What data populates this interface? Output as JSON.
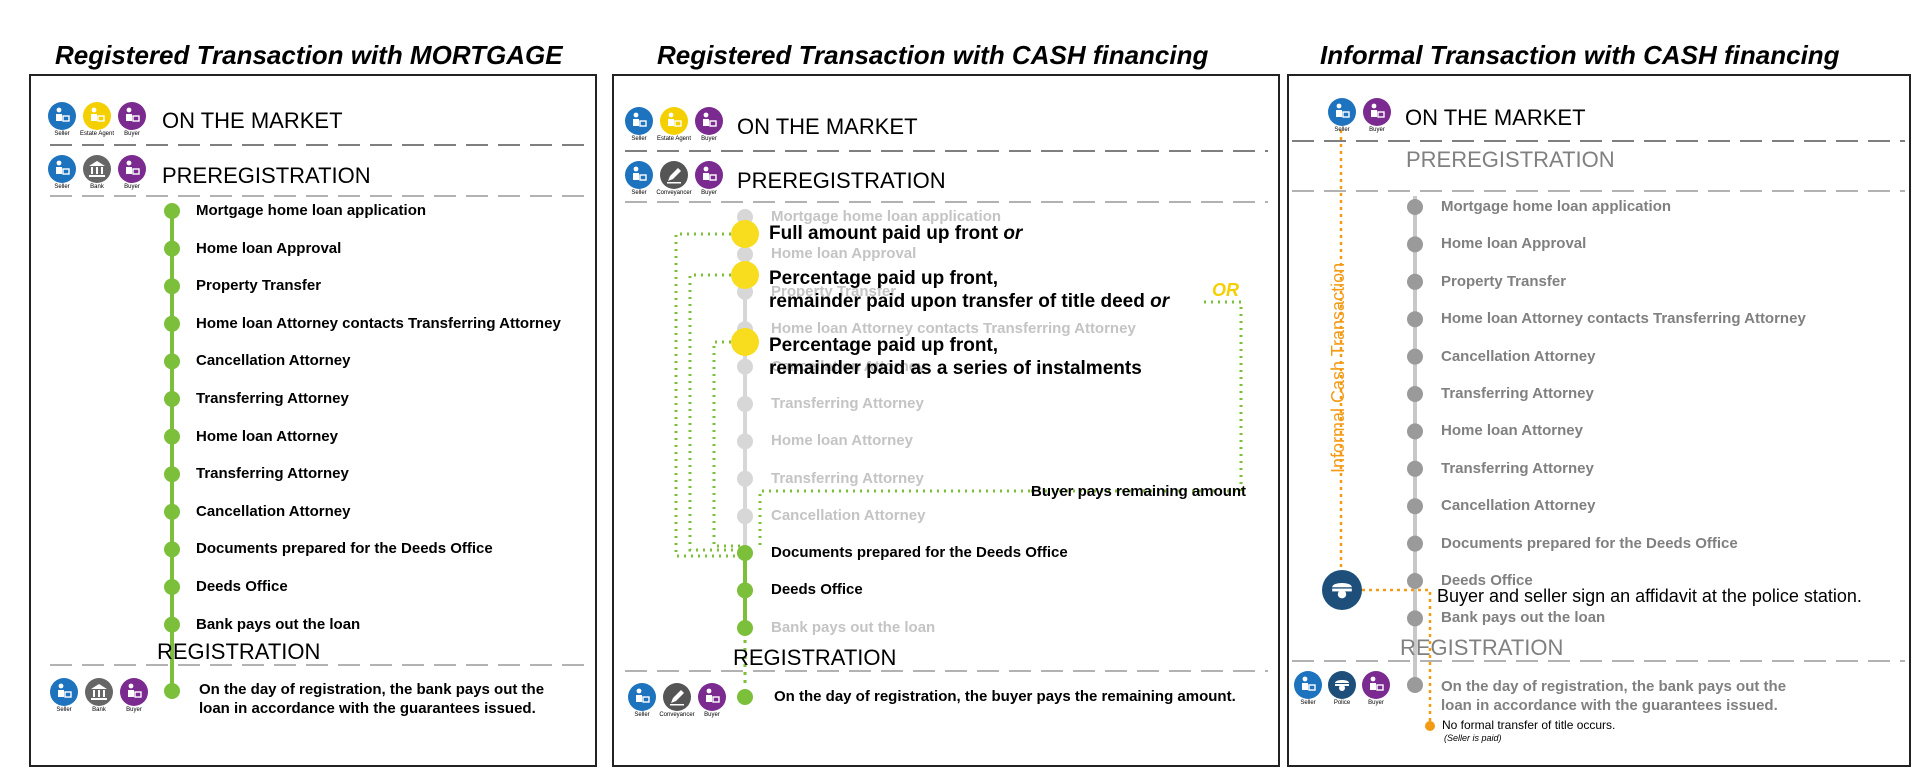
{
  "colors": {
    "seller": "#1e73be",
    "estate_agent": "#f4d000",
    "buyer": "#7b2a8f",
    "bank": "#666666",
    "conveyancer": "#555555",
    "police": "#1d4f7a",
    "green": "#7cbf3a",
    "yellow": "#f8dd1e",
    "orange": "#f49b16",
    "grey_dot": "#9a9a9a",
    "light_dot": "#d7d7d7"
  },
  "panels": [
    {
      "title": "Registered Transaction with MORTGAGE",
      "sections": {
        "market": "ON THE MARKET",
        "prereg": "PREREGISTRATION",
        "reg": "REGISTRATION"
      },
      "icons": {
        "market": [
          {
            "role": "seller",
            "label": "Seller",
            "icon": "person-icon"
          },
          {
            "role": "estate_agent",
            "label": "Estate Agent",
            "icon": "person-icon"
          },
          {
            "role": "buyer",
            "label": "Buyer",
            "icon": "person-icon"
          }
        ],
        "prereg": [
          {
            "role": "seller",
            "label": "Seller",
            "icon": "person-icon"
          },
          {
            "role": "bank",
            "label": "Bank",
            "icon": "bank-icon"
          },
          {
            "role": "buyer",
            "label": "Buyer",
            "icon": "person-icon"
          }
        ],
        "reg": [
          {
            "role": "seller",
            "label": "Seller",
            "icon": "person-icon"
          },
          {
            "role": "bank",
            "label": "Bank",
            "icon": "bank-icon"
          },
          {
            "role": "buyer",
            "label": "Buyer",
            "icon": "person-icon"
          }
        ]
      },
      "steps": [
        "Mortgage home loan application",
        "Home loan Approval",
        "Property Transfer",
        "Home loan Attorney contacts Transferring Attorney",
        "Cancellation Attorney",
        "Transferring Attorney",
        "Home loan Attorney",
        "Transferring Attorney",
        "Cancellation Attorney",
        "Documents prepared for the Deeds Office",
        "Deeds Office",
        "Bank pays out the loan"
      ],
      "final": [
        "On the day of registration, the bank pays out the",
        "loan in accordance with the guarantees issued."
      ]
    },
    {
      "title": "Registered Transaction with CASH financing",
      "sections": {
        "market": "ON THE MARKET",
        "prereg": "PREREGISTRATION",
        "reg": "REGISTRATION"
      },
      "icons": {
        "market": [
          {
            "role": "seller",
            "label": "Seller",
            "icon": "person-icon"
          },
          {
            "role": "estate_agent",
            "label": "Estate Agent",
            "icon": "person-icon"
          },
          {
            "role": "buyer",
            "label": "Buyer",
            "icon": "person-icon"
          }
        ],
        "prereg": [
          {
            "role": "seller",
            "label": "Seller",
            "icon": "person-icon"
          },
          {
            "role": "conveyancer",
            "label": "Conveyancer",
            "icon": "pen-icon"
          },
          {
            "role": "buyer",
            "label": "Buyer",
            "icon": "person-icon"
          }
        ],
        "reg": [
          {
            "role": "seller",
            "label": "Seller",
            "icon": "person-icon"
          },
          {
            "role": "conveyancer",
            "label": "Conveyancer",
            "icon": "pen-icon"
          },
          {
            "role": "buyer",
            "label": "Buyer",
            "icon": "person-icon"
          }
        ]
      },
      "faded_steps": [
        "Mortgage home loan application",
        "Home loan Approval",
        "Property Transfer",
        "Home loan Attorney contacts Transferring Attorney",
        "Cancellation Attorney",
        "Transferring Attorney",
        "Home loan Attorney",
        "Transferring Attorney",
        "Cancellation Attorney"
      ],
      "options": [
        {
          "line1": "Full amount paid up front",
          "emph": "or",
          "line2": ""
        },
        {
          "line1": "Percentage paid up front,",
          "line2": "remainder paid upon transfer of title deed",
          "emph": "or"
        },
        {
          "line1": "Percentage paid up front,",
          "line2": "remainder paid as a series of instalments",
          "emph": ""
        }
      ],
      "or_label": "OR",
      "remaining_label": "Buyer pays remaining amount",
      "active_steps": [
        "Documents prepared for the Deeds Office",
        "Deeds Office"
      ],
      "faded_last": "Bank pays out the loan",
      "final": "On the day of registration, the buyer pays the remaining amount."
    },
    {
      "title": "Informal Transaction with CASH financing",
      "sections": {
        "market": "ON THE MARKET",
        "prereg": "PREREGISTRATION",
        "reg": "REGISTRATION"
      },
      "icons": {
        "market": [
          {
            "role": "seller",
            "label": "Seller",
            "icon": "person-icon"
          },
          {
            "role": "buyer",
            "label": "Buyer",
            "icon": "person-icon"
          }
        ],
        "reg": [
          {
            "role": "seller",
            "label": "Seller",
            "icon": "person-icon"
          },
          {
            "role": "police",
            "label": "Police",
            "icon": "police-icon"
          },
          {
            "role": "buyer",
            "label": "Buyer",
            "icon": "person-icon"
          }
        ]
      },
      "vertical_label": "Informal Cash Transaction",
      "steps": [
        "Mortgage home loan application",
        "Home loan Approval",
        "Property Transfer",
        "Home loan Attorney contacts Transferring Attorney",
        "Cancellation Attorney",
        "Transferring Attorney",
        "Home loan Attorney",
        "Transferring Attorney",
        "Cancellation Attorney",
        "Documents prepared for the Deeds Office",
        "Deeds Office",
        "Bank pays out the loan"
      ],
      "affidavit": "Buyer and seller sign an affidavit at the police station.",
      "final": [
        "On the day of registration, the bank pays out the",
        "loan in accordance with the guarantees issued."
      ],
      "no_transfer": "No formal transfer of title occurs.",
      "seller_paid": "(Seller is paid)"
    }
  ]
}
